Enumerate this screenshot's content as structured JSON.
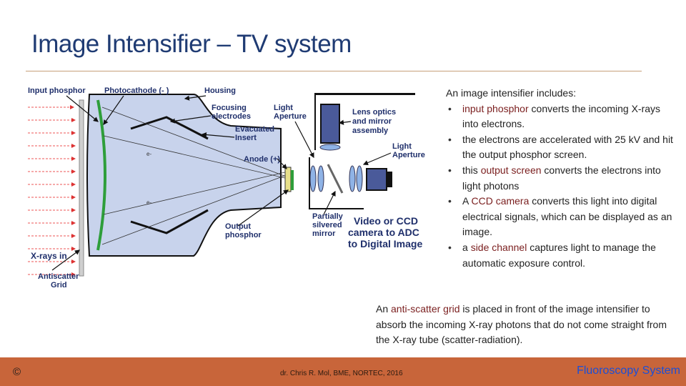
{
  "title": "Image Intensifier – TV system",
  "diagram": {
    "labels": {
      "input_phosphor": "Input phosphor",
      "photocathode": "Photocathode (- )",
      "housing": "Housing",
      "focusing_1": "Focusing",
      "focusing_2": "electrodes",
      "light_aperture_1a": "Light",
      "light_aperture_1b": "Aperture",
      "lens_1": "Lens optics",
      "lens_2": "and mirror",
      "lens_3": "assembly",
      "evacuated_1": "Evacuated",
      "evacuated_2": "Insert",
      "light_aperture_2a": "Light",
      "light_aperture_2b": "Aperture",
      "anode": "Anode (+)",
      "partially_1": "Partially",
      "partially_2": "silvered",
      "partially_3": "mirror",
      "video_1": "Video or CCD",
      "video_2": "camera to ADC",
      "video_3": "to Digital Image",
      "output_1": "Output",
      "output_2": "phosphor",
      "xrays": "X-rays in",
      "antiscatter_1": "Antiscatter",
      "antiscatter_2": "Grid"
    }
  },
  "bullets": {
    "intro": "An image intensifier includes:",
    "items": [
      {
        "highlight": "input phosphor",
        "rest": " converts the incoming X-rays into electrons."
      },
      {
        "highlight": "",
        "rest": "the electrons are accelerated with 25 kV and hit the output phosphor screen."
      },
      {
        "highlight": "output screen",
        "pre": "this ",
        "rest": " converts the electrons into light photons"
      },
      {
        "highlight": "CCD camera",
        "pre": "A ",
        "rest": " converts this light into digital electrical signals, which can be displayed as an image."
      },
      {
        "highlight": "side channel",
        "pre": "a ",
        "rest": " captures light to manage the automatic exposure control."
      }
    ]
  },
  "paragraph": {
    "pre": "An ",
    "highlight": "anti-scatter grid",
    "rest": " is placed in front of the image intensifier to absorb the incoming X-ray photons that do not come straight from the X-ray tube (scatter-radiation)."
  },
  "footer": {
    "copyright": "©",
    "author": "dr. Chris R. Mol, BME, NORTEC, 2016",
    "brand": "Fluoroscopy System"
  },
  "colors": {
    "title": "#1f3b73",
    "highlight": "#7a1e1e",
    "footer_bg": "#c8653a",
    "brand": "#1a4fd8",
    "label": "#1f2f6b"
  }
}
